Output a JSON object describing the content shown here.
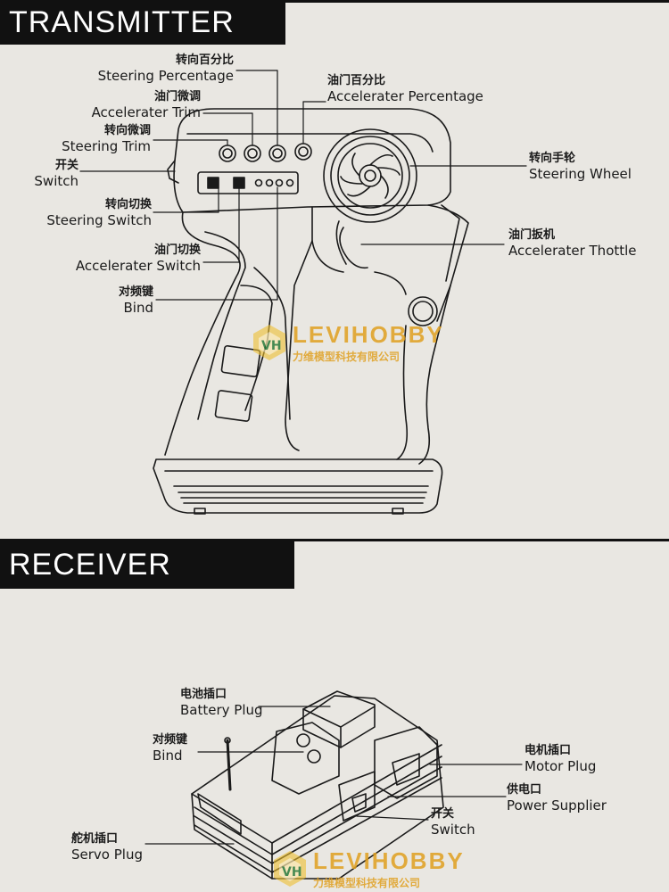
{
  "sections": {
    "transmitter_title": "TRANSMITTER",
    "receiver_title": "RECEIVER"
  },
  "transmitter_labels": {
    "steering_percentage": {
      "zh": "转向百分比",
      "en": "Steering Percentage"
    },
    "accelerator_trim": {
      "zh": "油门微调",
      "en": "Accelerater Trim"
    },
    "steering_trim": {
      "zh": "转向微调",
      "en": "Steering Trim"
    },
    "switch": {
      "zh": "开关",
      "en": "Switch"
    },
    "steering_switch": {
      "zh": "转向切换",
      "en": "Steering Switch"
    },
    "accelerator_switch": {
      "zh": "油门切换",
      "en": "Accelerater Switch"
    },
    "bind": {
      "zh": "对频键",
      "en": "Bind"
    },
    "accelerator_percentage": {
      "zh": "油门百分比",
      "en": "Accelerater Percentage"
    },
    "steering_wheel": {
      "zh": "转向手轮",
      "en": "Steering Wheel"
    },
    "accelerator_throttle": {
      "zh": "油门扳机",
      "en": "Accelerater Thottle"
    }
  },
  "receiver_labels": {
    "battery_plug": {
      "zh": "电池插口",
      "en": "Battery Plug"
    },
    "bind": {
      "zh": "对频键",
      "en": "Bind"
    },
    "motor_plug": {
      "zh": "电机插口",
      "en": "Motor Plug"
    },
    "power_supplier": {
      "zh": "供电口",
      "en": "Power Supplier"
    },
    "switch": {
      "zh": "开关",
      "en": "Switch"
    },
    "servo_plug": {
      "zh": "舵机插口",
      "en": "Servo Plug"
    }
  },
  "watermark": {
    "name": "LEVIHOBBY",
    "company": "力维模型科技有限公司",
    "color": "#e0a020"
  },
  "colors": {
    "background": "#e9e7e2",
    "header": "#111111",
    "line": "#1a1a1a"
  }
}
